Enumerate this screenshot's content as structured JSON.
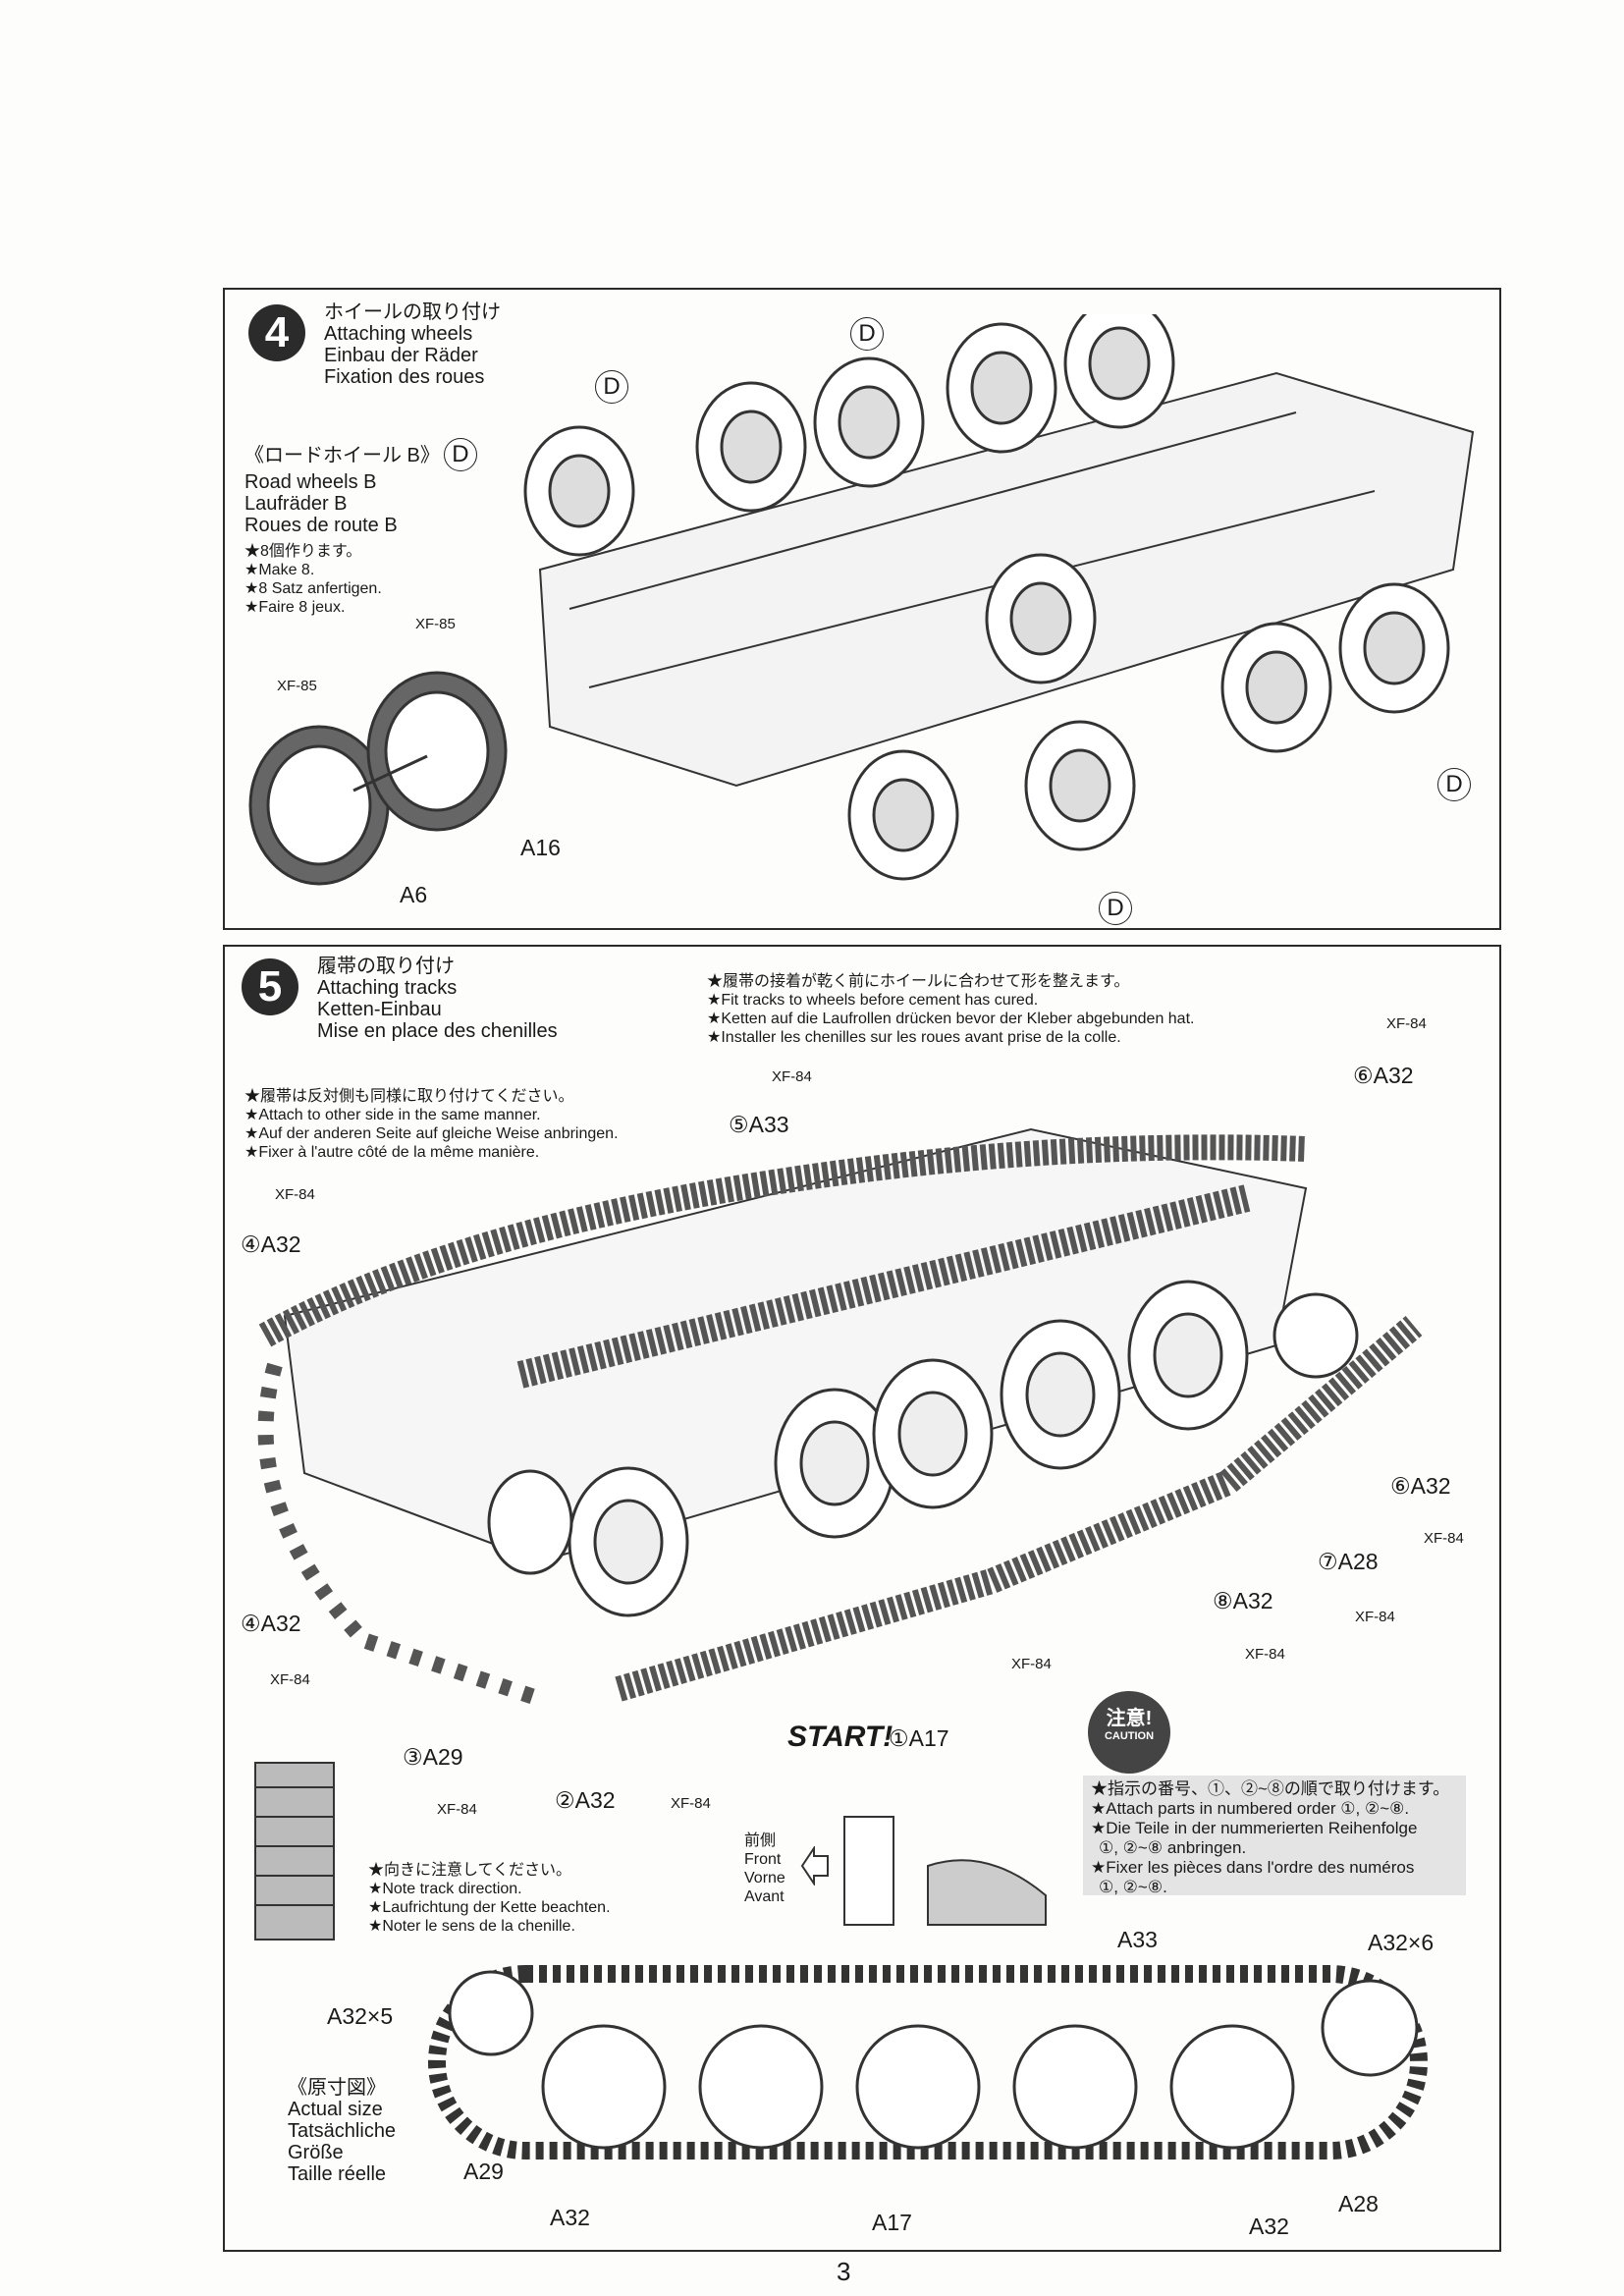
{
  "step4": {
    "number": "4",
    "title_ja": "ホイールの取り付け",
    "title_en": "Attaching wheels",
    "title_de": "Einbau der Räder",
    "title_fr": "Fixation des roues",
    "sub_ja": "《ロードホイール B》",
    "sub_code": "D",
    "sub_en": "Road wheels B",
    "sub_de": "Laufräder B",
    "sub_fr": "Roues de route B",
    "notes": [
      "★8個作ります。",
      "★Make 8.",
      "★8 Satz anfertigen.",
      "★Faire 8 jeux."
    ],
    "callouts": [
      "D",
      "D",
      "D",
      "D"
    ],
    "paints": [
      "XF-85",
      "XF-85"
    ],
    "parts": [
      "A16",
      "A6"
    ]
  },
  "step5": {
    "number": "5",
    "title_ja": "履帯の取り付け",
    "title_en": "Attaching tracks",
    "title_de": "Ketten-Einbau",
    "title_fr": "Mise en place des chenilles",
    "cement_notes": [
      "★履帯の接着が乾く前にホイールに合わせて形を整えます。",
      "★Fit tracks to wheels before cement has cured.",
      "★Ketten auf die Laufrollen drücken bevor der Kleber abgebunden hat.",
      "★Installer les chenilles sur les roues avant prise de la colle."
    ],
    "side_notes": [
      "★履帯は反対側も同様に取り付けてください。",
      "★Attach to other side in the same manner.",
      "★Auf der anderen Seite auf gleiche Weise anbringen.",
      "★Fixer à l'autre côté de la même manière."
    ],
    "direction_notes": [
      "★向きに注意してください。",
      "★Note track direction.",
      "★Laufrichtung der Kette beachten.",
      "★Noter le sens de la chenille."
    ],
    "front_labels": [
      "前側",
      "Front",
      "Vorne",
      "Avant"
    ],
    "start_label": "START!",
    "caution_badge": {
      "ja": "注意!",
      "en": "CAUTION"
    },
    "caution_notes": [
      "★指示の番号、①、②~⑧の順で取り付けます。",
      "★Attach parts in numbered order ①, ②~⑧.",
      "★Die Teile in der nummerierten Reihenfolge",
      "①, ②~⑧ anbringen.",
      "★Fixer les pièces dans l'ordre des numéros",
      "①, ②~⑧."
    ],
    "parts": [
      "⑥A32",
      "⑤A33",
      "④A32",
      "⑥A32",
      "⑦A28",
      "⑧A32",
      "④A32",
      "③A29",
      "②A32",
      "①A17"
    ],
    "paints": [
      "XF-84",
      "XF-84",
      "XF-84",
      "XF-84",
      "XF-84",
      "XF-84",
      "XF-84",
      "XF-84",
      "XF-84",
      "XF-84"
    ],
    "actual_size": {
      "labels": [
        "《原寸図》",
        "Actual size",
        "Tatsächliche",
        "Größe",
        "Taille réelle"
      ],
      "parts": [
        "A33",
        "A32×6",
        "A32×5",
        "A29",
        "A32",
        "A17",
        "A32",
        "A28"
      ]
    }
  },
  "page_number": "3"
}
